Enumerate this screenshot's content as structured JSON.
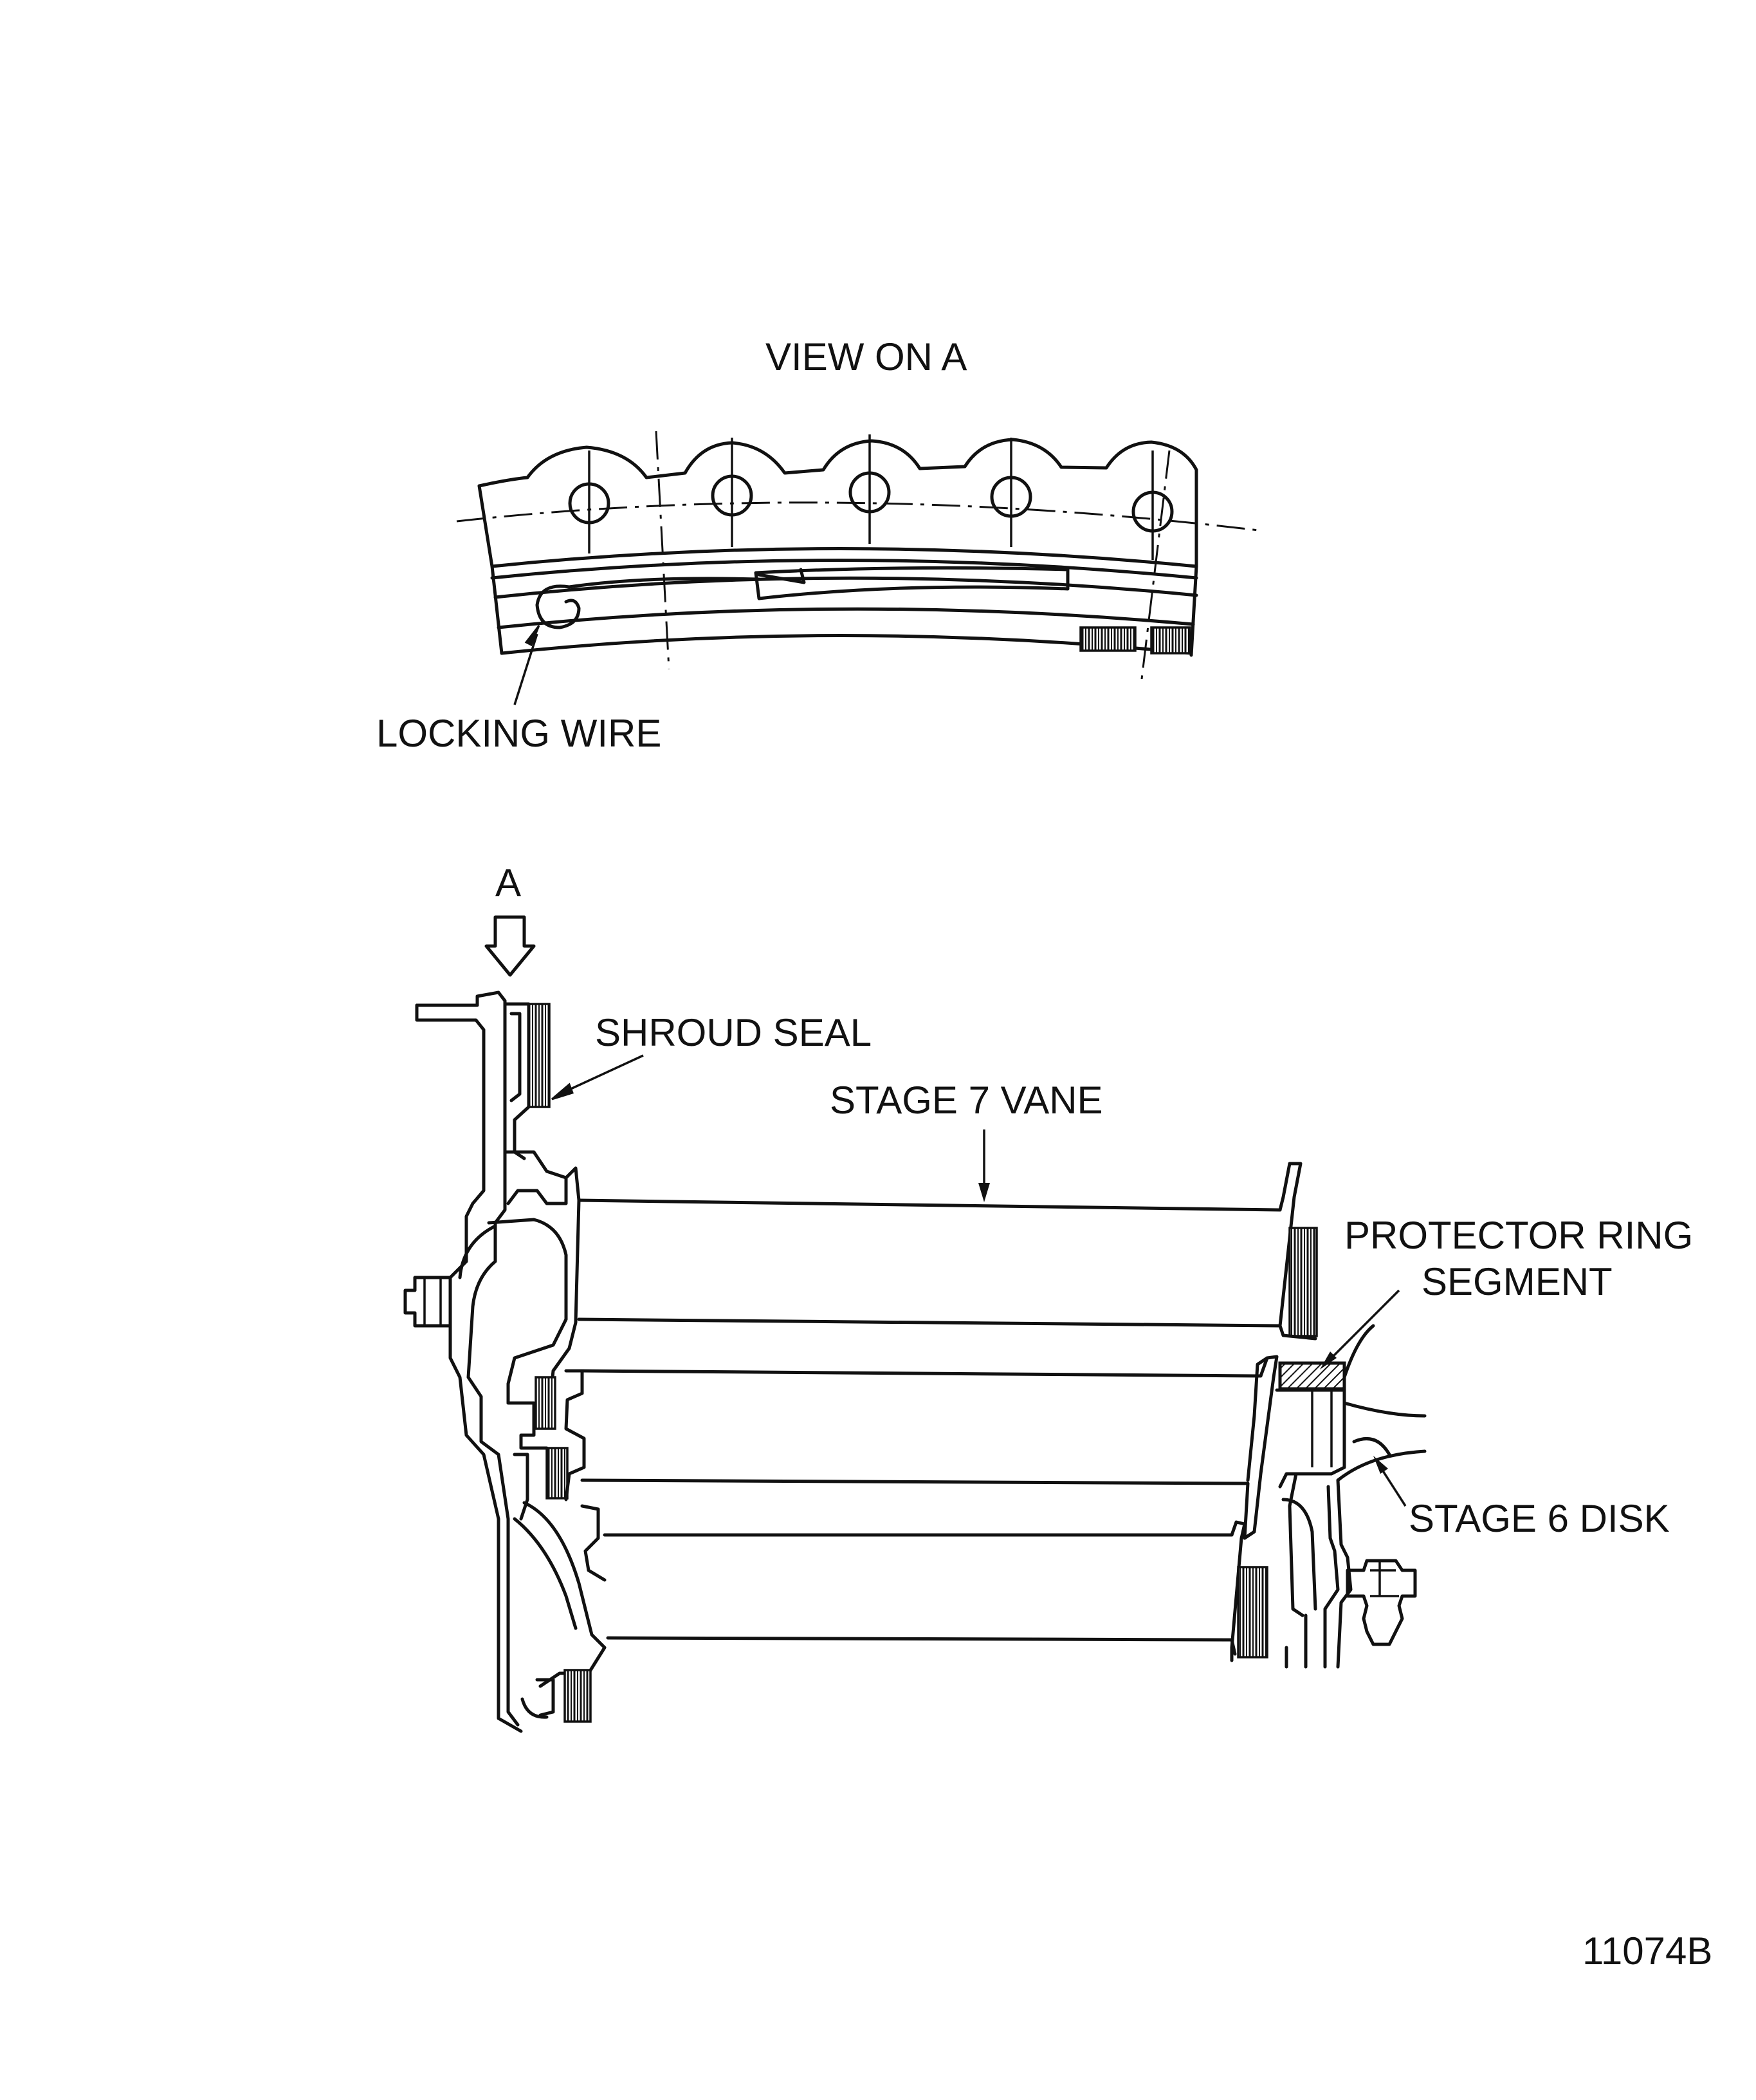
{
  "labels": {
    "view_title": "VIEW ON A",
    "locking_wire": "LOCKING WIRE",
    "arrow_a": "A",
    "shroud_seal": "SHROUD SEAL",
    "stage7_vane": "STAGE 7 VANE",
    "protector_ring_line1": "PROTECTOR RING",
    "protector_ring_line2": "SEGMENT",
    "stage6_disk": "STAGE 6 DISK",
    "figure_number": "11074B"
  }
}
